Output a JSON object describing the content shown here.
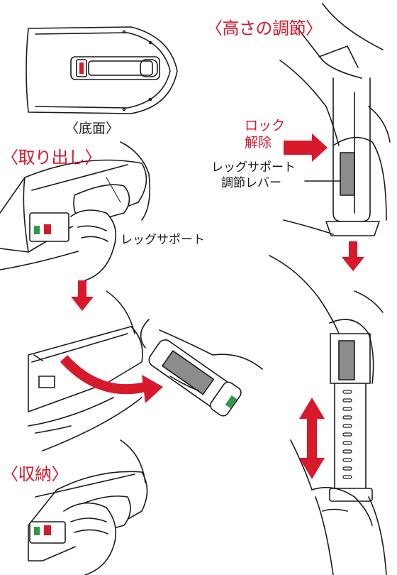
{
  "labels": {
    "bottom_view": "〈底面〉",
    "take_out": "〈取り出し〉",
    "height_adjust": "〈高さの調節〉",
    "storage": "〈収納〉",
    "lock_release_line1": "ロック",
    "lock_release_line2": "解除",
    "leg_support": "レッグサポート",
    "leg_support_lever_line1": "レッグサポート",
    "leg_support_lever_line2": "調節レバー"
  },
  "colors": {
    "accent_red": "#d7192b",
    "outline": "#1a1a1a",
    "grip_gray": "#8c8c8c",
    "latch_green": "#2e9a45"
  }
}
